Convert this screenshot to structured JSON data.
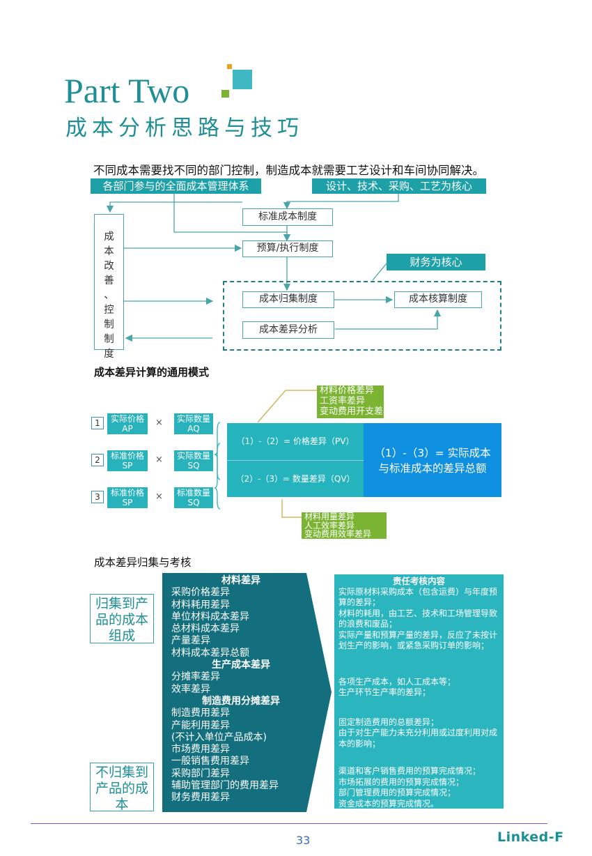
{
  "header": {
    "part_title": "Part Two",
    "subtitle": "成本分析思路与技巧",
    "colors": {
      "accent": "#1f8f95",
      "square_orange": "#e8a420",
      "square_teal": "#3fb8c3",
      "square_green": "#7ab432"
    }
  },
  "intro": "不同成本需要找不同的部门控制，制造成本就需要工艺设计和车间协同解决。",
  "diagram1": {
    "left_header": "各部门参与的全面成本管理体系",
    "right_header": "设计、技术、采购、工艺为核心",
    "finance_label": "财务为核心",
    "vertical_box": [
      "成",
      "本",
      "改",
      "善",
      "、",
      "控",
      "制",
      "制",
      "度"
    ],
    "boxes": {
      "standard_cost": "标准成本制度",
      "budget": "预算/执行制度",
      "cost_collection": "成本归集制度",
      "cost_accounting": "成本核算制度",
      "variance_analysis": "成本差异分析"
    }
  },
  "section2_title": "成本差异计算的通用模式",
  "diagram2": {
    "top_green": [
      "材料价格差异",
      "工资率差异",
      "变动费用开支差异"
    ],
    "bottom_green": [
      "材料用量差异",
      "人工效率差异",
      "变动费用效率差异"
    ],
    "rows": [
      {
        "num": "1",
        "left": [
          "实际价格",
          "AP"
        ],
        "right": [
          "实际数量",
          "AQ"
        ]
      },
      {
        "num": "2",
        "left": [
          "标准价格",
          "SP"
        ],
        "right": [
          "实际数量",
          "SQ"
        ]
      },
      {
        "num": "3",
        "left": [
          "标准价格",
          "SP"
        ],
        "right": [
          "标准数量",
          "SQ"
        ]
      }
    ],
    "multiply": "×",
    "formula1": "（1）-（2）= 价格差异（PV）",
    "formula2": "（2）-（3）= 数量差异（QV）",
    "total": [
      "（1）-（3）= 实际成本",
      "与标准成本的差异总额"
    ]
  },
  "section3_title": "成本差异归集与考核",
  "diagram3": {
    "left_top": [
      "归集到产",
      "品的成本",
      "组成"
    ],
    "left_bottom": [
      "不归集到",
      "产品的成",
      "本"
    ],
    "list": [
      {
        "text": "材料差异",
        "head": true
      },
      {
        "text": "采购价格差异"
      },
      {
        "text": "材料耗用差异"
      },
      {
        "text": "单位材料成本差异"
      },
      {
        "text": "总材料成本差异"
      },
      {
        "text": "产量差异"
      },
      {
        "text": "材料成本差异总额"
      },
      {
        "text": "生产成本差异",
        "head": true
      },
      {
        "text": "分摊率差异"
      },
      {
        "text": "效率差异"
      },
      {
        "text": "制造费用分摊差异",
        "head": true
      },
      {
        "text": "制造费用差异"
      },
      {
        "text": "产能利用差异"
      },
      {
        "text": "(不计入单位产品成本)"
      },
      {
        "text": "市场费用差异"
      },
      {
        "text": "一般销售费用差异"
      },
      {
        "text": "采购部门差异"
      },
      {
        "text": "辅助管理部门的费用差异"
      },
      {
        "text": "财务费用差异"
      }
    ],
    "resp_title": "责任考核内容",
    "resp_groups": [
      [
        "实际原材料采购成本（包含运费）与年度预算的差异；",
        "材料的耗用，由工艺、技术和工场管理导致的浪费和废品；",
        "实际产量和预算产量的差异，反应了未按计划生产的影响，或紧急采购订单的影响；"
      ],
      [
        "各项生产成本，如人工成本等；",
        "生产环节生产率的差异；"
      ],
      [
        "固定制造费用的总额差异；",
        "由于对生产能力未充分利用或过度利用对成本的影响；"
      ],
      [
        "渠道和客户销售费用的预算完成情况；",
        "市场拓展的费用的预算完成情况；",
        "部门管理费用的预算完成情况；",
        "资金成本的预算完成情况。"
      ]
    ]
  },
  "footer": {
    "page_number": "33",
    "logo": "Linked-F"
  }
}
